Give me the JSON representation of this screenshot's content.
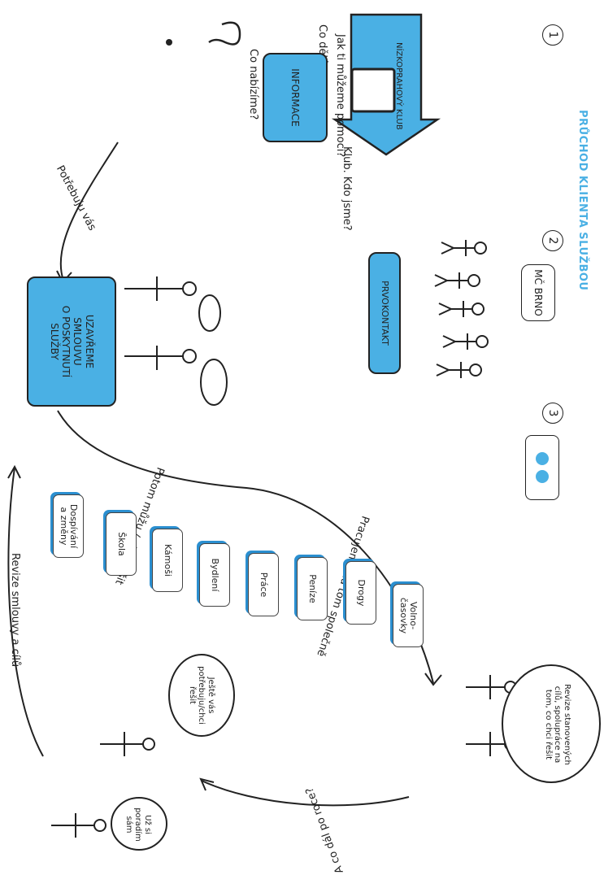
{
  "title": "PRŮCHOD KLIENTA SLUŽBOU",
  "accent_color": "#4ab0e4",
  "steps": {
    "step1": "1",
    "step2": "2",
    "step3": "3"
  },
  "house_label": "NÍZKOPRAHOVÝ KLUB",
  "ask_icons": "? ?",
  "info": {
    "label": "INFORMACE",
    "q_top": "Co děláme?",
    "q_help": "Jak ti můžeme pomoci?",
    "q_offer": "Co nabízíme?",
    "q_who": "Klub. Kdo jsme?"
  },
  "mc_brno": "MČ BRNO",
  "prvokontakt": "PRVOKONTAKT",
  "social_icons": "facebook-icon, web-icon",
  "need_you": "Potřebuju vás",
  "contract": {
    "label_l1": "UZAVŘEME",
    "label_l2": "SMLOUVU",
    "label_l3": "O POSKYTNUTÍ",
    "label_l4": "SLUŽBY"
  },
  "then": "Potom můžu / chci řešit",
  "work_together": "Pracujeme na tom společně",
  "topics": [
    "Dospívání\na změny",
    "Škola",
    "Kámoši",
    "Bydlení",
    "Práce",
    "Peníze",
    "Drogy",
    "Volno-\nčasovky"
  ],
  "review_bubble": "Revize stanovených cílů, spolupráce na tom, co chci řešit",
  "still_need": "Ještě vás potřebuju/chci řešit",
  "i_can": "Už si poradím sám",
  "and_next": "A co dál po roce?",
  "contract_review": "Revize smlouvy a cílů"
}
